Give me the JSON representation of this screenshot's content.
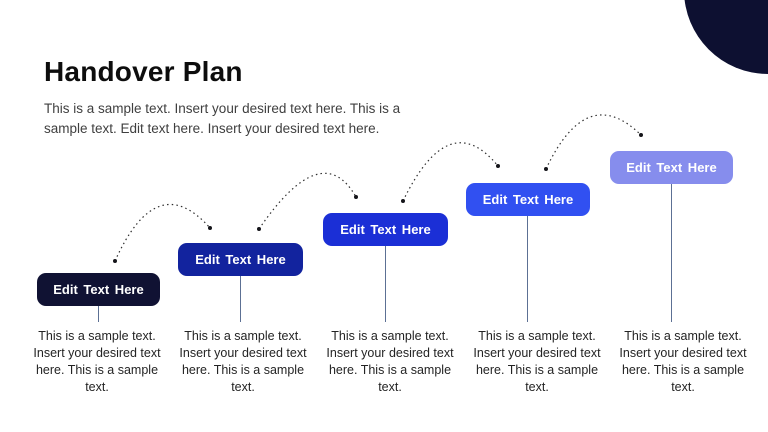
{
  "slide": {
    "title": "Handover Plan",
    "subtitle": "This is a sample text. Insert your desired text here. This is a sample text. Edit text here. Insert your desired text here."
  },
  "steps": [
    {
      "label": "Edit Text Here",
      "color": "#101233",
      "description": "This is a sample text. Insert your desired text here. This is a sample text."
    },
    {
      "label": "Edit Text Here",
      "color": "#12239E",
      "description": "This is a sample text. Insert your desired text here. This is a sample text."
    },
    {
      "label": "Edit Text Here",
      "color": "#1B2FD6",
      "description": "This is a sample text. Insert your desired text here. This is a sample text."
    },
    {
      "label": "Edit Text Here",
      "color": "#3150F1",
      "description": "This is a sample text. Insert your desired text here. This is a sample text."
    },
    {
      "label": "Edit Text Here",
      "color": "#868DED",
      "description": "This is a sample text. Insert your desired text here. This is a sample text."
    }
  ],
  "decor": {
    "corner_circle_color": "#0D1031",
    "connector_color": "#5C7094",
    "arc_color": "#2F2F2F"
  }
}
